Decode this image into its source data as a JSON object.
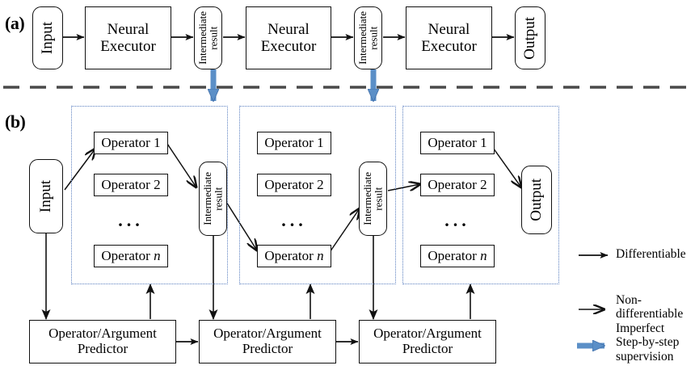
{
  "panels": {
    "a_label": "(a)",
    "b_label": "(b)"
  },
  "row_a": {
    "input": "Input",
    "executors": [
      "Neural\nExecutor",
      "Neural\nExecutor",
      "Neural\nExecutor"
    ],
    "intermediates": [
      "Intermediate\nresult",
      "Intermediate\nresult"
    ],
    "output": "Output"
  },
  "row_b": {
    "input": "Input",
    "output": "Output",
    "intermediates": [
      "Intermediate\nresult",
      "Intermediate\nresult"
    ],
    "groups": [
      {
        "operators": [
          "Operator 1",
          "Operator 2",
          "Operator "
        ],
        "op_n_suffix": "n",
        "ellipsis": "..."
      },
      {
        "operators": [
          "Operator 1",
          "Operator 2",
          "Operator "
        ],
        "op_n_suffix": "n",
        "ellipsis": "..."
      },
      {
        "operators": [
          "Operator 1",
          "Operator 2",
          "Operator "
        ],
        "op_n_suffix": "n",
        "ellipsis": "..."
      }
    ],
    "predictors": [
      "Operator/Argument\nPredictor",
      "Operator/Argument\nPredictor",
      "Operator/Argument\nPredictor"
    ]
  },
  "legend": {
    "items": [
      {
        "label": "Differentiable",
        "kind": "solid-arrow"
      },
      {
        "label": "Non-\ndifferentiable",
        "kind": "open-arrow"
      },
      {
        "label": "Imperfect\nStep-by-step\nsupervision",
        "kind": "blue-arrow"
      }
    ]
  },
  "colors": {
    "line": "#111111",
    "group_border": "#5a7fc0",
    "blue_arrow": "#5b8fc7",
    "blue_arrow_edge": "#3f6da8",
    "separator": "#4a4a4a",
    "background": "#ffffff"
  }
}
